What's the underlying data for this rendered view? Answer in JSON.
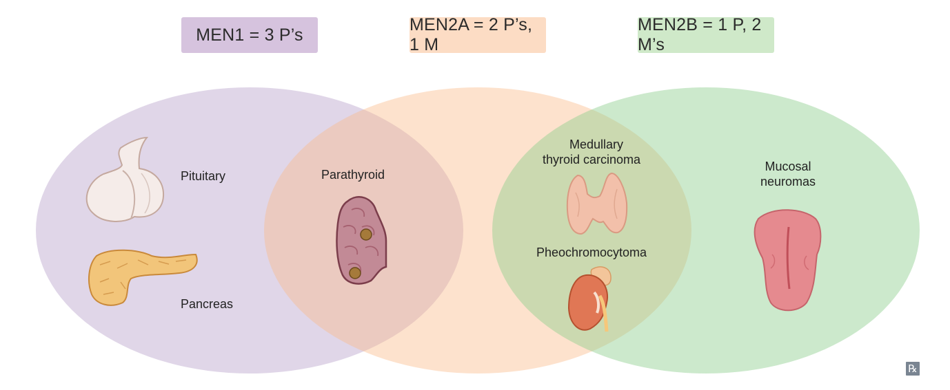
{
  "colors": {
    "men1": "#e2d5ea",
    "men2a": "#fde0c9",
    "men2b": "#cce8cc",
    "men1_box": "#d6c3de",
    "men2a_box": "#fcdcc4",
    "men2b_box": "#cfe9c9"
  },
  "headers": {
    "men1": "MEN1 = 3 P’s",
    "men2a": "MEN2A = 2 P’s, 1 M",
    "men2b": "MEN2B = 1 P, 2 M’s"
  },
  "labels": {
    "pituitary": "Pituitary",
    "pancreas": "Pancreas",
    "parathyroid": "Parathyroid",
    "medullary_line1": "Medullary",
    "medullary_line2": "thyroid carcinoma",
    "pheochromocytoma": "Pheochromocytoma",
    "mucosal_line1": "Mucosal",
    "mucosal_line2": "neuromas"
  },
  "icons": [
    "pituitary-icon",
    "pancreas-icon",
    "parathyroid-icon",
    "thyroid-icon",
    "adrenal-kidney-icon",
    "tongue-icon",
    "rx-logo"
  ]
}
